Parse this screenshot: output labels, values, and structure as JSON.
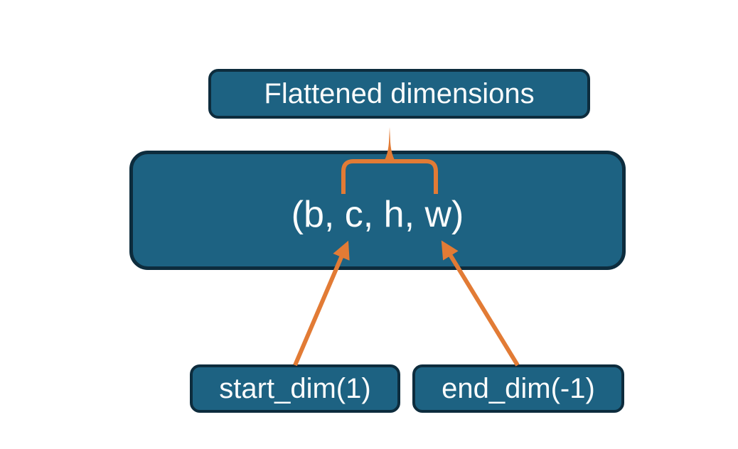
{
  "nodes": {
    "flattened": {
      "label": "Flattened dimensions"
    },
    "tensor": {
      "label": "(b, c, h, w)"
    },
    "start_dim": {
      "label": "start_dim(1)"
    },
    "end_dim": {
      "label": "end_dim(-1)"
    }
  },
  "connectors": {
    "brace": {
      "from": "tensor dims c..w",
      "to": "flattened"
    },
    "start_arrow": {
      "from": "start_dim",
      "to": "tensor dim c"
    },
    "end_arrow": {
      "from": "end_dim",
      "to": "tensor dim w"
    }
  },
  "colors": {
    "background": "#ffffff",
    "node_fill": "#1d6282",
    "node_border": "#0d2c3d",
    "label_text": "#fafcfc",
    "connector": "#e27b35"
  }
}
